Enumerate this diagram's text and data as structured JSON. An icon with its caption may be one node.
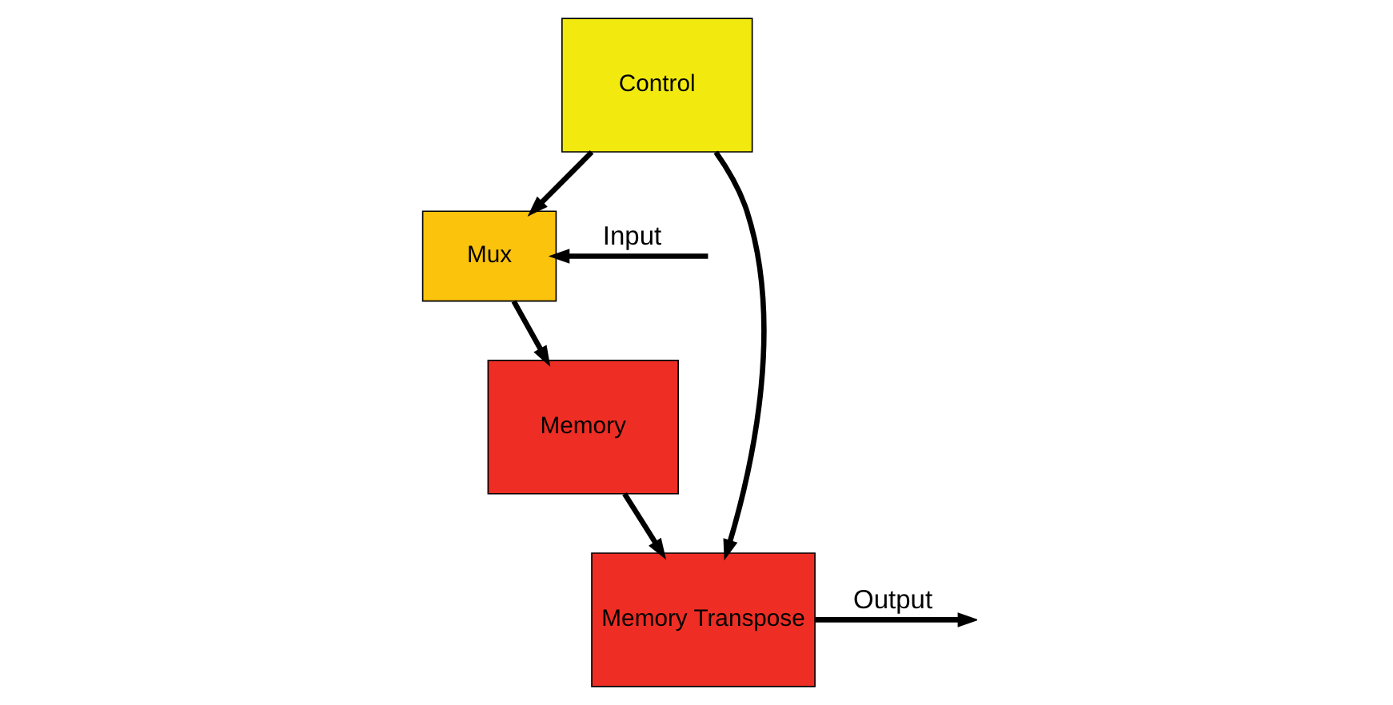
{
  "diagram": {
    "nodes": [
      {
        "text": [
          "Control"
        ]
      },
      {
        "text": [
          "Mux"
        ]
      },
      {
        "text": [
          "Memory"
        ]
      },
      {
        "text": [
          "Memory Transpose"
        ]
      }
    ],
    "edges": [
      {
        "from": 0,
        "to": 1,
        "arrow": "to"
      },
      {
        "from": 0,
        "to": 3,
        "arrow": "to"
      },
      {
        "from": null,
        "to": 1,
        "arrow": "to",
        "label": "Input"
      },
      {
        "from": 1,
        "to": 2,
        "arrow": "to"
      },
      {
        "from": 2,
        "to": 3,
        "arrow": "to"
      },
      {
        "from": 3,
        "to": null,
        "arrow": "to",
        "label": "Output"
      }
    ]
  }
}
